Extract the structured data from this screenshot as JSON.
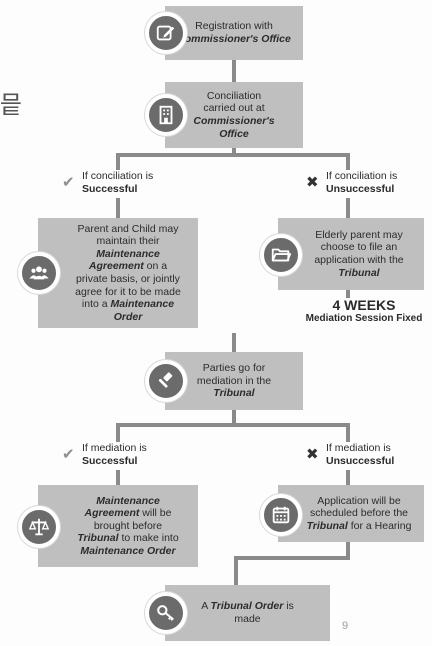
{
  "steps": {
    "registration": [
      "Registration with",
      "Commissioner's Office"
    ],
    "conciliation": [
      "Conciliation",
      "carried out at",
      "Commissioner's",
      "Office"
    ],
    "private_agreement": [
      "Parent and Child may",
      "maintain their",
      "Maintenance",
      "Agreement",
      " on a",
      "private basis, or jointly",
      "agree for it to be made",
      "into a ",
      "Maintenance",
      "Order"
    ],
    "file_application": [
      "Elderly parent may",
      "choose to file an",
      "application with the",
      "Tribunal"
    ],
    "mediation": [
      "Parties go for",
      "mediation in the",
      "Tribunal"
    ],
    "agreement_order": [
      "Maintenance",
      "Agreement",
      " will be",
      "brought before",
      "Tribunal",
      " to make into",
      "Maintenance Order"
    ],
    "hearing": [
      "Application will be",
      "scheduled before the",
      "Tribunal",
      " for a Hearing"
    ],
    "tribunal_order": [
      "A ",
      "Tribunal Order",
      " is",
      "made"
    ]
  },
  "conditions": {
    "concil_success": [
      "If conciliation is",
      "Successful"
    ],
    "concil_fail": [
      "If conciliation is",
      "Unsuccessful"
    ],
    "med_success": [
      "If mediation is",
      "Successful"
    ],
    "med_fail": [
      "If mediation is",
      "Unsuccessful"
    ]
  },
  "marks": {
    "check": "✔",
    "cross": "✖"
  },
  "weeks": {
    "big": "4 WEEKS",
    "small": "Mediation Session Fixed"
  },
  "page_number": "9",
  "side_glyph": "믙",
  "icons": [
    "pencil-icon",
    "building-icon",
    "people-icon",
    "folder-icon",
    "gavel-icon",
    "scales-icon",
    "calendar-icon",
    "key-icon"
  ],
  "colors": {
    "box": "#bfbfbf",
    "circle": "#6b6b6b",
    "line": "#8a8a8a",
    "check": "#8f8f8f",
    "cross": "#333333"
  }
}
